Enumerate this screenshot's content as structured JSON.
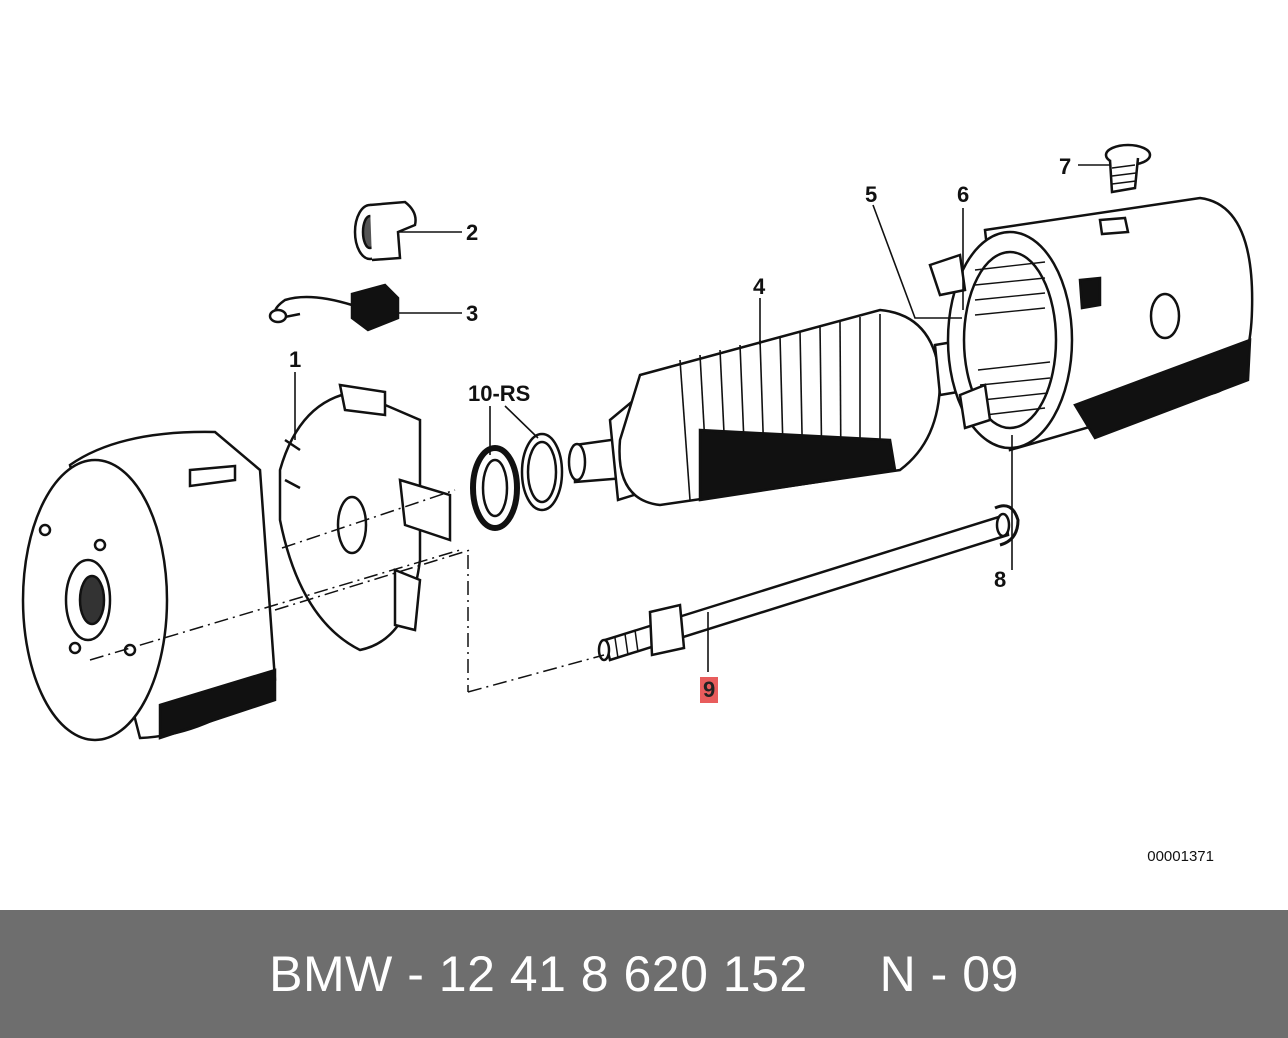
{
  "callouts": {
    "c1": "1",
    "c2": "2",
    "c3": "3",
    "c4": "4",
    "c5": "5",
    "c6": "6",
    "c7": "7",
    "c8": "8",
    "c9": "9",
    "c10": "10-RS"
  },
  "highlighted_callout": "9",
  "diagram_id": "00001371",
  "footer": {
    "brand": "BMW",
    "part_number": "12 41 8 620 152",
    "position": "N - 09",
    "text": "BMW - 12 41 8 620 152     N - 09"
  },
  "colors": {
    "footer_bg": "#6e6e6e",
    "highlight": "#e85c5c"
  }
}
